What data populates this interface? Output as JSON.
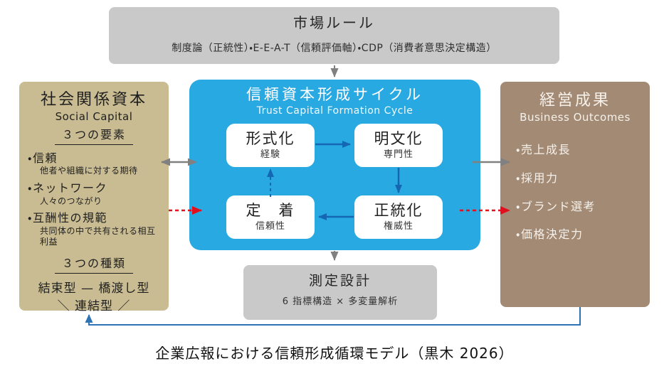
{
  "caption": "企業広報における信頼形成循環モデル（黒木 2026）",
  "bullet": "・",
  "market_rules": {
    "title": "市場ルール",
    "subtitle": "制度論（正統性）・E-E-A-T（信頼評価軸）・CDP（消費者意思決定構造）"
  },
  "social_capital": {
    "title": "社会関係資本",
    "subtitle": "Social Capital",
    "elements_heading": "３つの要素",
    "elements": [
      {
        "label": "信頼",
        "desc": "他者や組織に対する期待"
      },
      {
        "label": "ネットワーク",
        "desc": "人々のつながり"
      },
      {
        "label": "互酬性の規範",
        "desc": "共同体の中で共有される相互利益"
      }
    ],
    "types_heading": "３つの種類",
    "types_row": "結束型 — 橋渡し型",
    "types_bottom": "＼ 連結型 ／"
  },
  "trust_cycle": {
    "title": "信頼資本形成サイクル",
    "subtitle": "Trust Capital Formation Cycle",
    "nodes": [
      {
        "label": "形式化",
        "sub": "経験"
      },
      {
        "label": "明文化",
        "sub": "専門性"
      },
      {
        "label": "定　着",
        "sub": "信頼性"
      },
      {
        "label": "正統化",
        "sub": "権威性"
      }
    ]
  },
  "business_outcomes": {
    "title": "経営成果",
    "subtitle": "Business Outcomes",
    "items": [
      "売上成長",
      "採用力",
      "ブランド選考",
      "価格決定力"
    ]
  },
  "measurement": {
    "title": "測定設計",
    "subtitle": "6 指標構造 × 多変量解析"
  },
  "colors": {
    "cycle_blue": "#29a9e1",
    "cycle_arrow_blue": "#1567b3",
    "feedback_blue": "#2e74b5",
    "social_tan": "#c9bc92",
    "outcomes_taupe": "#a28a75",
    "panel_gray": "#c9c9c9",
    "red_accent": "#e2101e",
    "arrow_gray": "#808080"
  }
}
